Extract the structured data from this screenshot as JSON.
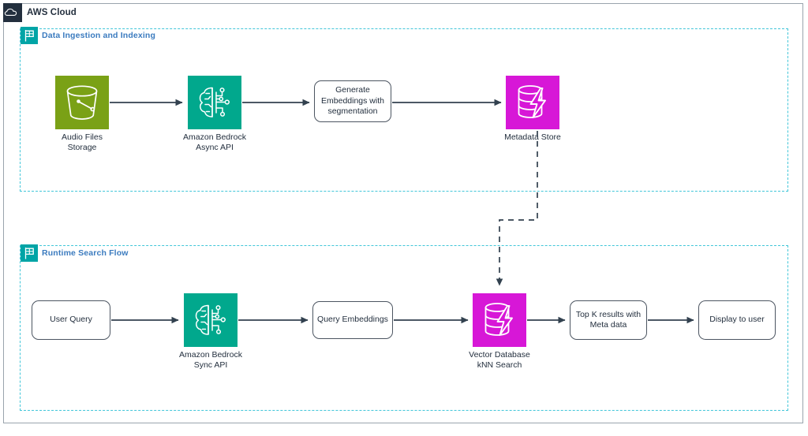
{
  "diagram": {
    "title": "AWS Cloud",
    "cloud_icon": "aws-cloud-icon",
    "colors": {
      "cloud_frame_border": "#9aa4ad",
      "cloud_icon_bg": "#232F3E",
      "group_border": "#41C6D9",
      "group_icon_bg": "#00A4A6",
      "group_title": "#3B7BBF",
      "storage_green": "#7AA116",
      "bedrock_teal": "#01A88D",
      "database_magenta": "#D717D7",
      "arrow": "#32414F",
      "text": "#232F3E"
    },
    "groups": [
      {
        "id": "ingestion",
        "label": "Data Ingestion and Indexing",
        "icon": "flag-icon"
      },
      {
        "id": "runtime",
        "label": "Runtime Search Flow",
        "icon": "flag-icon"
      }
    ],
    "nodes": {
      "audio_files_storage": {
        "label": "Audio Files\nStorage",
        "icon": "s3-bucket-icon",
        "color": "#7AA116"
      },
      "bedrock_async": {
        "label": "Amazon Bedrock\nAsync API",
        "icon": "amazon-bedrock-icon",
        "color": "#01A88D"
      },
      "generate_embeddings": {
        "label": "Generate\nEmbeddings with\nsegmentation"
      },
      "metadata_store": {
        "label": "Metadata Store",
        "icon": "database-lightning-icon",
        "color": "#D717D7"
      },
      "user_query": {
        "label": "User Query"
      },
      "bedrock_sync": {
        "label": "Amazon Bedrock\nSync API",
        "icon": "amazon-bedrock-icon",
        "color": "#01A88D"
      },
      "query_embeddings": {
        "label": "Query Embeddings"
      },
      "vector_database": {
        "label": "Vector Database\nkNN Search",
        "icon": "database-lightning-icon",
        "color": "#D717D7"
      },
      "top_k_results": {
        "label": "Top K results with\nMeta data"
      },
      "display_to_user": {
        "label": "Display to user"
      }
    }
  }
}
